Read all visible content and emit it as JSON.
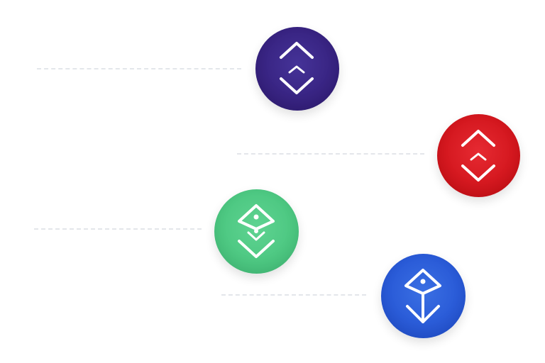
{
  "icons": [
    {
      "id": "purple",
      "name": "double-chevron-up-icon",
      "color": "#35207d"
    },
    {
      "id": "red",
      "name": "double-chevron-up-icon",
      "color": "#d0131a"
    },
    {
      "id": "green",
      "name": "double-chevron-down-diamond-icon",
      "color": "#48c57e"
    },
    {
      "id": "blue",
      "name": "diamond-arrow-down-icon",
      "color": "#2555d4"
    }
  ],
  "line_color": "#e3e6ea"
}
